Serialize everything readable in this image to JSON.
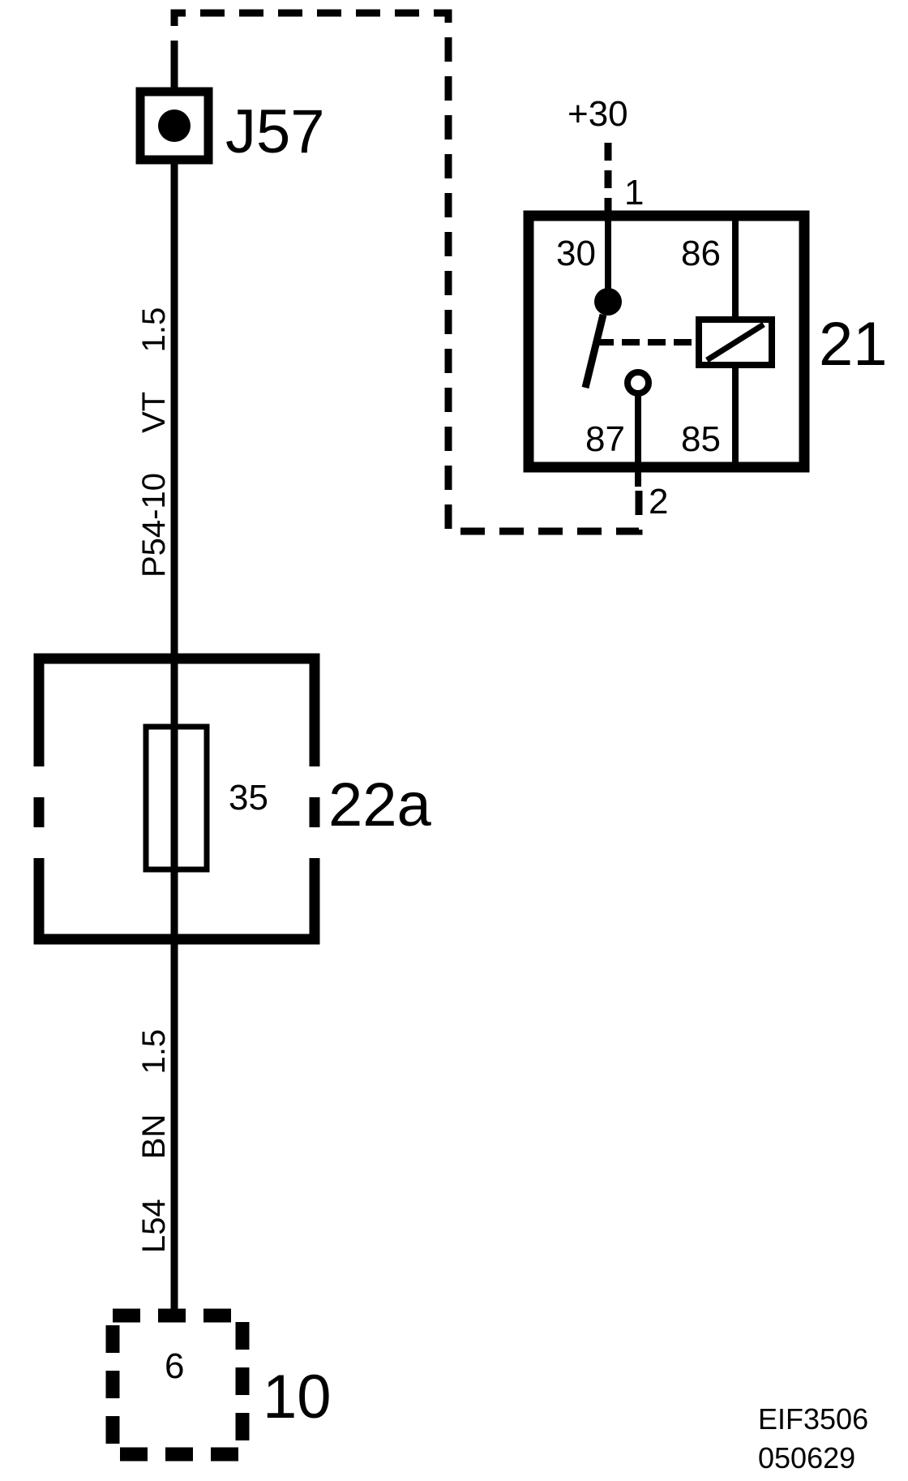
{
  "diagram": {
    "connector_j57": {
      "label": "J57"
    },
    "wire_upper": {
      "circuit": "P54-10",
      "color": "VT",
      "size": "1.5"
    },
    "wire_lower": {
      "circuit": "L54",
      "color": "BN",
      "size": "1.5"
    },
    "fuse": {
      "label": "22a",
      "rating": "35"
    },
    "relay": {
      "label": "21",
      "supply": "+30",
      "pin_30": "30",
      "pin_86": "86",
      "pin_87": "87",
      "pin_85": "85",
      "terminal_1": "1",
      "terminal_2": "2"
    },
    "connector_10": {
      "label": "10",
      "pin": "6"
    },
    "reference": {
      "code": "EIF3506",
      "date": "050629"
    }
  }
}
